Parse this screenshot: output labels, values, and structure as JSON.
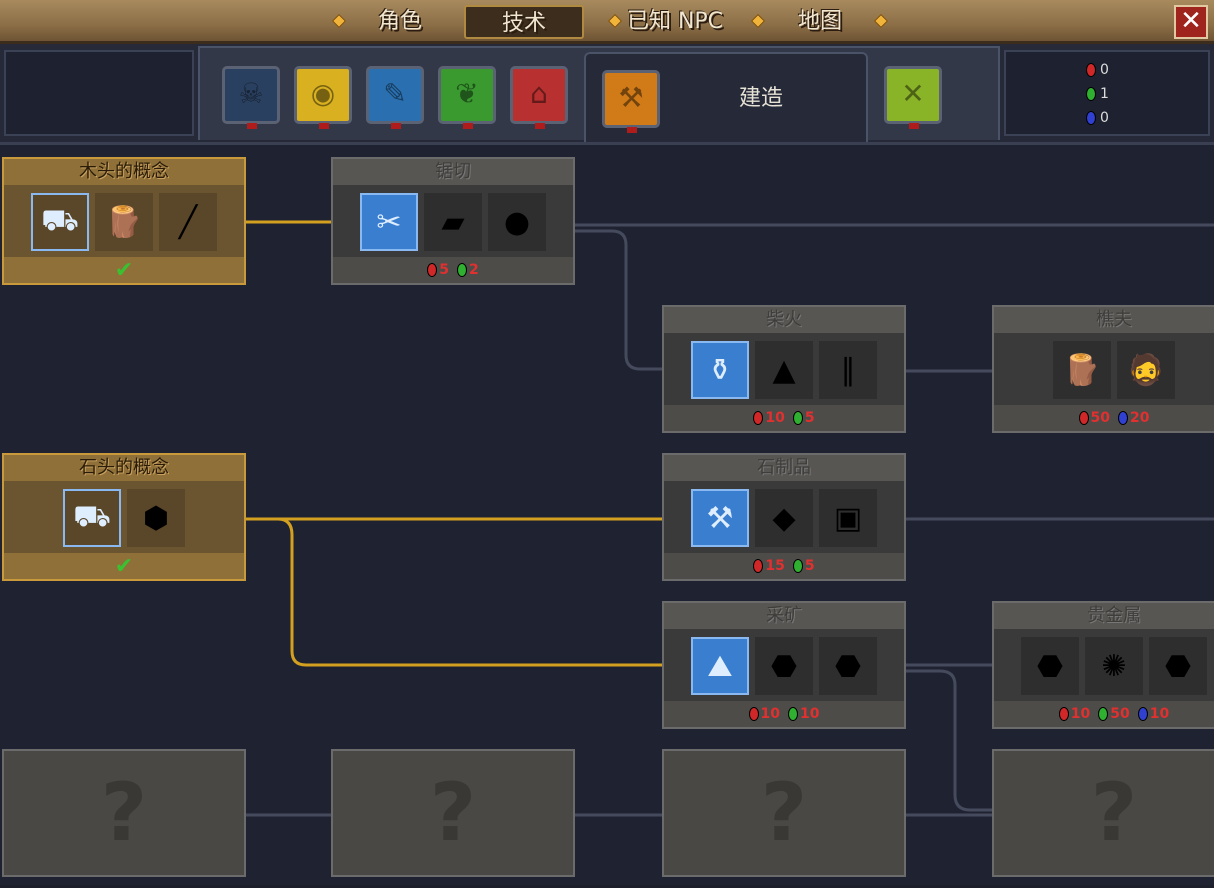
{
  "tabs": [
    {
      "label": "角色"
    },
    {
      "label": "技术",
      "active": true
    },
    {
      "label": "已知 NPC"
    },
    {
      "label": "地图"
    }
  ],
  "close_label": "✕",
  "categories": [
    {
      "icon": "skull-icon",
      "color": "#2a4060",
      "glyph": "☠"
    },
    {
      "icon": "eye-icon",
      "color": "#d8b020",
      "glyph": "◉"
    },
    {
      "icon": "feather-icon",
      "color": "#2a70b0",
      "glyph": "✎"
    },
    {
      "icon": "leaf-icon",
      "color": "#3a9a30",
      "glyph": "❦"
    },
    {
      "icon": "scroll-icon",
      "color": "#b83030",
      "glyph": "⌂"
    },
    {
      "icon": "hammer-icon",
      "color": "#d07a18",
      "glyph": "⚒",
      "selected": true
    },
    {
      "icon": "fork-knife-icon",
      "color": "#8ab428",
      "glyph": "✕"
    }
  ],
  "selected_category": "建造",
  "resources": {
    "red": "0",
    "green": "1",
    "blue": "0"
  },
  "colors": {
    "red": "#d02828",
    "green": "#30b030",
    "blue": "#3040d0"
  },
  "nodes": [
    {
      "title": "木头的概念",
      "done": true,
      "items": [
        {
          "n": "blueprint-icon",
          "g": "⛟",
          "bp": true
        },
        {
          "n": "log-icon",
          "g": "🪵"
        },
        {
          "n": "plank-icon",
          "g": "╱"
        }
      ],
      "check": "✔"
    },
    {
      "title": "锯切",
      "items": [
        {
          "n": "blueprint-icon",
          "g": "✂",
          "bp": true
        },
        {
          "n": "board-icon",
          "g": "▰"
        },
        {
          "n": "stump-icon",
          "g": "●"
        }
      ],
      "costs": [
        {
          "c": "red",
          "v": "5"
        },
        {
          "c": "green",
          "v": "2"
        }
      ]
    },
    {
      "title": "柴火",
      "items": [
        {
          "n": "blueprint-icon",
          "g": "⚱",
          "bp": true
        },
        {
          "n": "firewood-icon",
          "g": "▲"
        },
        {
          "n": "logs-icon",
          "g": "∥"
        }
      ],
      "costs": [
        {
          "c": "red",
          "v": "10"
        },
        {
          "c": "green",
          "v": "5"
        }
      ]
    },
    {
      "title": "樵夫",
      "items": [
        {
          "n": "log-icon",
          "g": "🪵"
        },
        {
          "n": "woodcutter-icon",
          "g": "🧔"
        }
      ],
      "costs": [
        {
          "c": "red",
          "v": "50"
        },
        {
          "c": "blue",
          "v": "20"
        }
      ]
    },
    {
      "title": "石头的概念",
      "done": true,
      "items": [
        {
          "n": "blueprint-icon",
          "g": "⛟",
          "bp": true
        },
        {
          "n": "stone-icon",
          "g": "⬢"
        }
      ],
      "check": "✔"
    },
    {
      "title": "石制品",
      "items": [
        {
          "n": "blueprint-icon",
          "g": "⚒",
          "bp": true
        },
        {
          "n": "stone-block-icon",
          "g": "◆"
        },
        {
          "n": "stone-cutter-icon",
          "g": "▣"
        }
      ],
      "costs": [
        {
          "c": "red",
          "v": "15"
        },
        {
          "c": "green",
          "v": "5"
        }
      ]
    },
    {
      "title": "采矿",
      "items": [
        {
          "n": "blueprint-icon",
          "g": "⛰",
          "bp": true
        },
        {
          "n": "coal-icon",
          "g": "⬣"
        },
        {
          "n": "iron-ore-icon",
          "g": "⬣"
        }
      ],
      "costs": [
        {
          "c": "red",
          "v": "10"
        },
        {
          "c": "green",
          "v": "10"
        }
      ]
    },
    {
      "title": "贵金属",
      "items": [
        {
          "n": "silver-ore-icon",
          "g": "⬣"
        },
        {
          "n": "gold-nugget-icon",
          "g": "✺"
        },
        {
          "n": "raw-silver-icon",
          "g": "⬣"
        }
      ],
      "costs": [
        {
          "c": "red",
          "v": "10"
        },
        {
          "c": "green",
          "v": "50"
        },
        {
          "c": "blue",
          "v": "10"
        }
      ]
    }
  ],
  "unknown_label": "?"
}
